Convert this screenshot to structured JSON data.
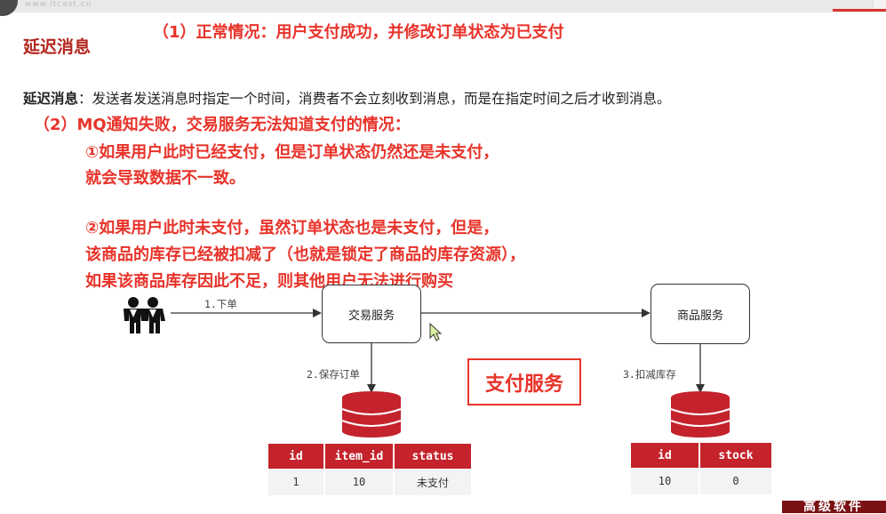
{
  "header": {
    "watermark": "www.itcast.cn"
  },
  "page_title": "延迟消息",
  "definition": {
    "term": "延迟消息",
    "text": "：发送者发送消息时指定一个时间，消费者不会立刻收到消息，而是在指定时间之后才收到消息。"
  },
  "annotations": {
    "a1": "（1）正常情况：用户支付成功，并修改订单状态为已支付",
    "a2": "（2）MQ通知失败，交易服务无法知道支付的情况：",
    "a3": "①如果用户此时已经支付，但是订单状态仍然还是未支付，",
    "a4": "就会导致数据不一致。",
    "a5": "②如果用户此时未支付，虽然订单状态也是未支付，但是，",
    "a6": "该商品的库存已经被扣减了（也就是锁定了商品的库存资源），",
    "a7": "如果该商品库存因此不足，则其他用户无法进行购买"
  },
  "diagram": {
    "trade_service": "交易服务",
    "goods_service": "商品服务",
    "pay_service": "支付服务",
    "step1": "1.下单",
    "step2": "2.保存订单",
    "step3": "3.扣减库存",
    "colors": {
      "db": "#c4232c",
      "highlight": "#e8332a"
    },
    "icons": {
      "users": "users-icon",
      "database": "database-icon",
      "cursor": "cursor-icon"
    }
  },
  "order_table": {
    "headers": [
      "id",
      "item_id",
      "status"
    ],
    "rows": [
      [
        "1",
        "10",
        "未支付"
      ]
    ]
  },
  "stock_table": {
    "headers": [
      "id",
      "stock"
    ],
    "rows": [
      [
        "10",
        "0"
      ]
    ]
  },
  "footer": {
    "logo": "高级软件"
  }
}
